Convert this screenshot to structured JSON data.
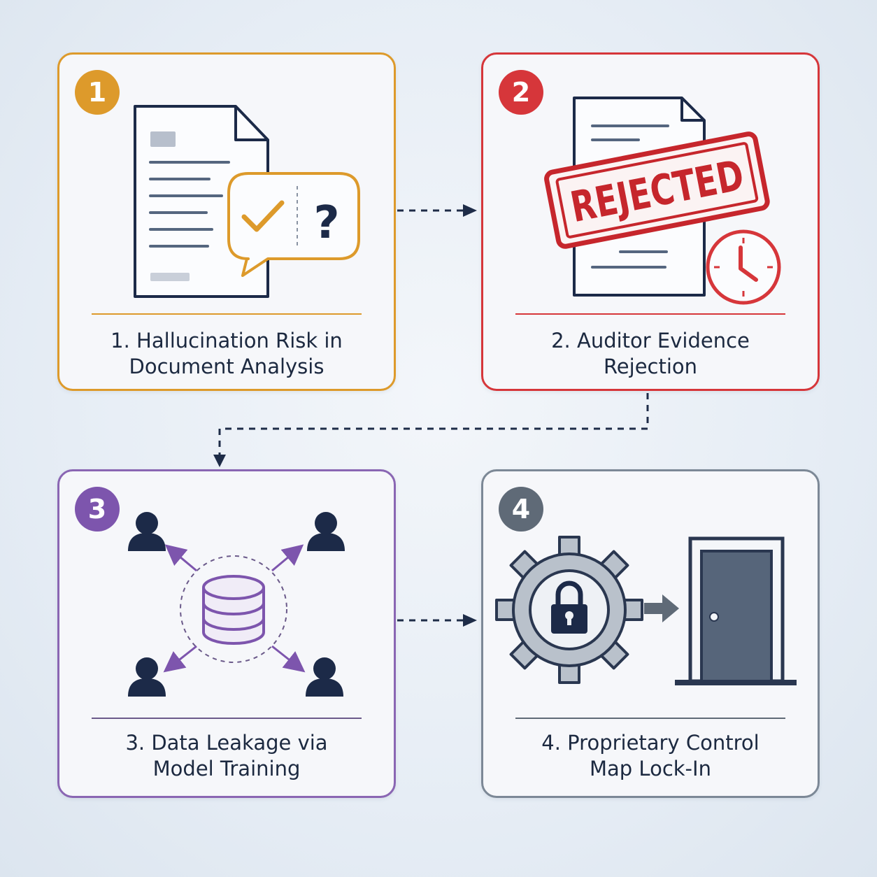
{
  "cards": [
    {
      "number": "1",
      "label_line1": "1. Hallucination Risk in",
      "label_line2": "Document Analysis",
      "accent": "#dd9a2b",
      "icons": [
        "document-icon",
        "chat-bubble-icon",
        "checkmark-icon",
        "question-mark-icon"
      ]
    },
    {
      "number": "2",
      "label_line1": "2. Auditor Evidence",
      "label_line2": "Rejection",
      "accent": "#d6363a",
      "stamp_text": "REJECTED",
      "icons": [
        "document-icon",
        "rejected-stamp-icon",
        "clock-icon"
      ]
    },
    {
      "number": "3",
      "label_line1": "3. Data Leakage via",
      "label_line2": "Model Training",
      "accent": "#7d55ad",
      "icons": [
        "database-icon",
        "user-icon",
        "arrow-icon"
      ]
    },
    {
      "number": "4",
      "label_line1": "4. Proprietary Control",
      "label_line2": "Map Lock-In",
      "accent": "#5f6a77",
      "icons": [
        "gear-icon",
        "padlock-icon",
        "arrow-right-icon",
        "door-icon"
      ]
    }
  ],
  "colors": {
    "navy": "#1c2a48",
    "connector": "#1e2c48",
    "background": "#e6edf5"
  }
}
